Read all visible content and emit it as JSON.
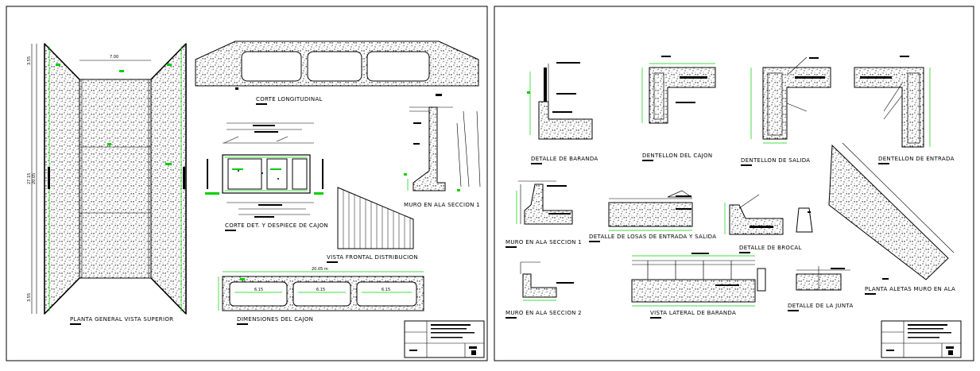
{
  "sheets": [
    {
      "labels": {
        "planta": "PLANTA GENERAL VISTA SUPERIOR",
        "corte_long": "CORTE LONGITUDINAL",
        "corte_det": "CORTE DET. Y DESPIECE DE CAJON",
        "muro_s1": "MURO EN ALA  SECCION 1",
        "vista_frontal": "VISTA FRONTAL DISTRIBUCION",
        "dimensiones": "DIMENSIONES DEL CAJON"
      },
      "dims": {
        "top_width": "7.00",
        "total_length": "20.05 m",
        "cell1": "6.15",
        "cell2": "6.15",
        "cell3": "6.15",
        "side1": "27.15",
        "side2": "20.05",
        "end1": "3.55",
        "end2": "3.55"
      }
    },
    {
      "labels": {
        "baranda": "DETALLE DE BARANDA",
        "dentellon_cajon": "DENTELLON DEL CAJON",
        "dentellon_salida": "DENTELLON DE SALIDA",
        "dentellon_entrada": "DENTELLON DE ENTRADA",
        "muro_s1": "MURO EN ALA  SECCION 1",
        "losas": "DETALLE DE LOSAS DE ENTRADA Y SALIDA",
        "brocal": "DETALLE DE BROCAL",
        "aletas": "PLANTA ALETAS MURO EN ALA",
        "muro_s2": "MURO EN ALA  SECCION 2",
        "vista_lateral": "VISTA LATERAL DE BARANDA",
        "junta": "DETALLE DE LA JUNTA"
      }
    }
  ]
}
